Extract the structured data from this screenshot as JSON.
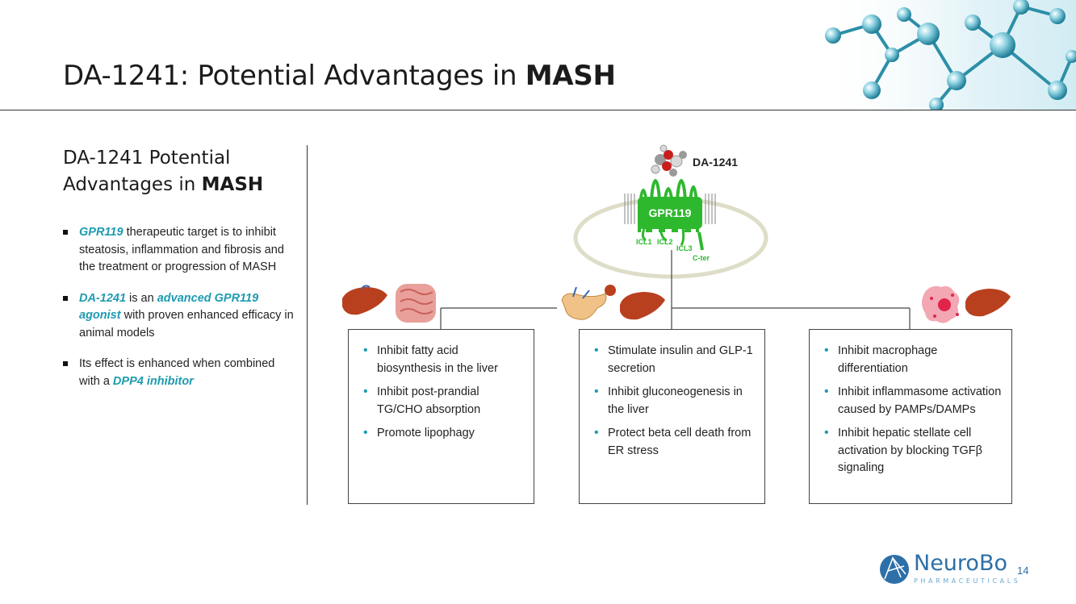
{
  "title": {
    "prefix": "DA-1241: Potential Advantages in ",
    "bold": "MASH"
  },
  "left": {
    "heading_line1": "DA-1241 Potential",
    "heading_line2_prefix": "Advantages in ",
    "heading_line2_bold": "MASH",
    "bullet1": {
      "hl": "GPR119",
      "rest": " therapeutic target is to inhibit steatosis, inflammation and fibrosis and the treatment or progression of MASH"
    },
    "bullet2": {
      "hl1": "DA-1241",
      "mid": " is an ",
      "hl2": "advanced GPR119 agonist",
      "rest": " with proven enhanced efficacy in animal models"
    },
    "bullet3": {
      "pre": "Its effect is enhanced when combined with a ",
      "hl": "DPP4 inhibitor"
    }
  },
  "diagram": {
    "drug_label": "DA-1241",
    "receptor_label": "GPR119",
    "icl1": "ICL1",
    "icl2": "ICL2",
    "icl3": "ICL3",
    "cter": "C-ter"
  },
  "boxes": {
    "box1": [
      "Inhibit fatty acid biosynthesis in the liver",
      "Inhibit post-prandial TG/CHO absorption",
      "Promote lipophagy"
    ],
    "box2": [
      "Stimulate insulin and GLP-1 secretion",
      "Inhibit gluconeogenesis in the liver",
      "Protect beta cell death from ER stress"
    ],
    "box3": [
      "Inhibit macrophage differentiation",
      "Inhibit inflammasome activation caused by PAMPs/DAMPs",
      "Inhibit hepatic stellate cell activation by blocking TGFβ signaling"
    ]
  },
  "footer": {
    "logo_word": "NeuroBo",
    "logo_sub": "PHARMACEUTICALS",
    "page_number": "14"
  },
  "colors": {
    "accent": "#1d9bb0",
    "receptor_green": "#2eb82e",
    "logo_blue": "#2d6fa8"
  }
}
